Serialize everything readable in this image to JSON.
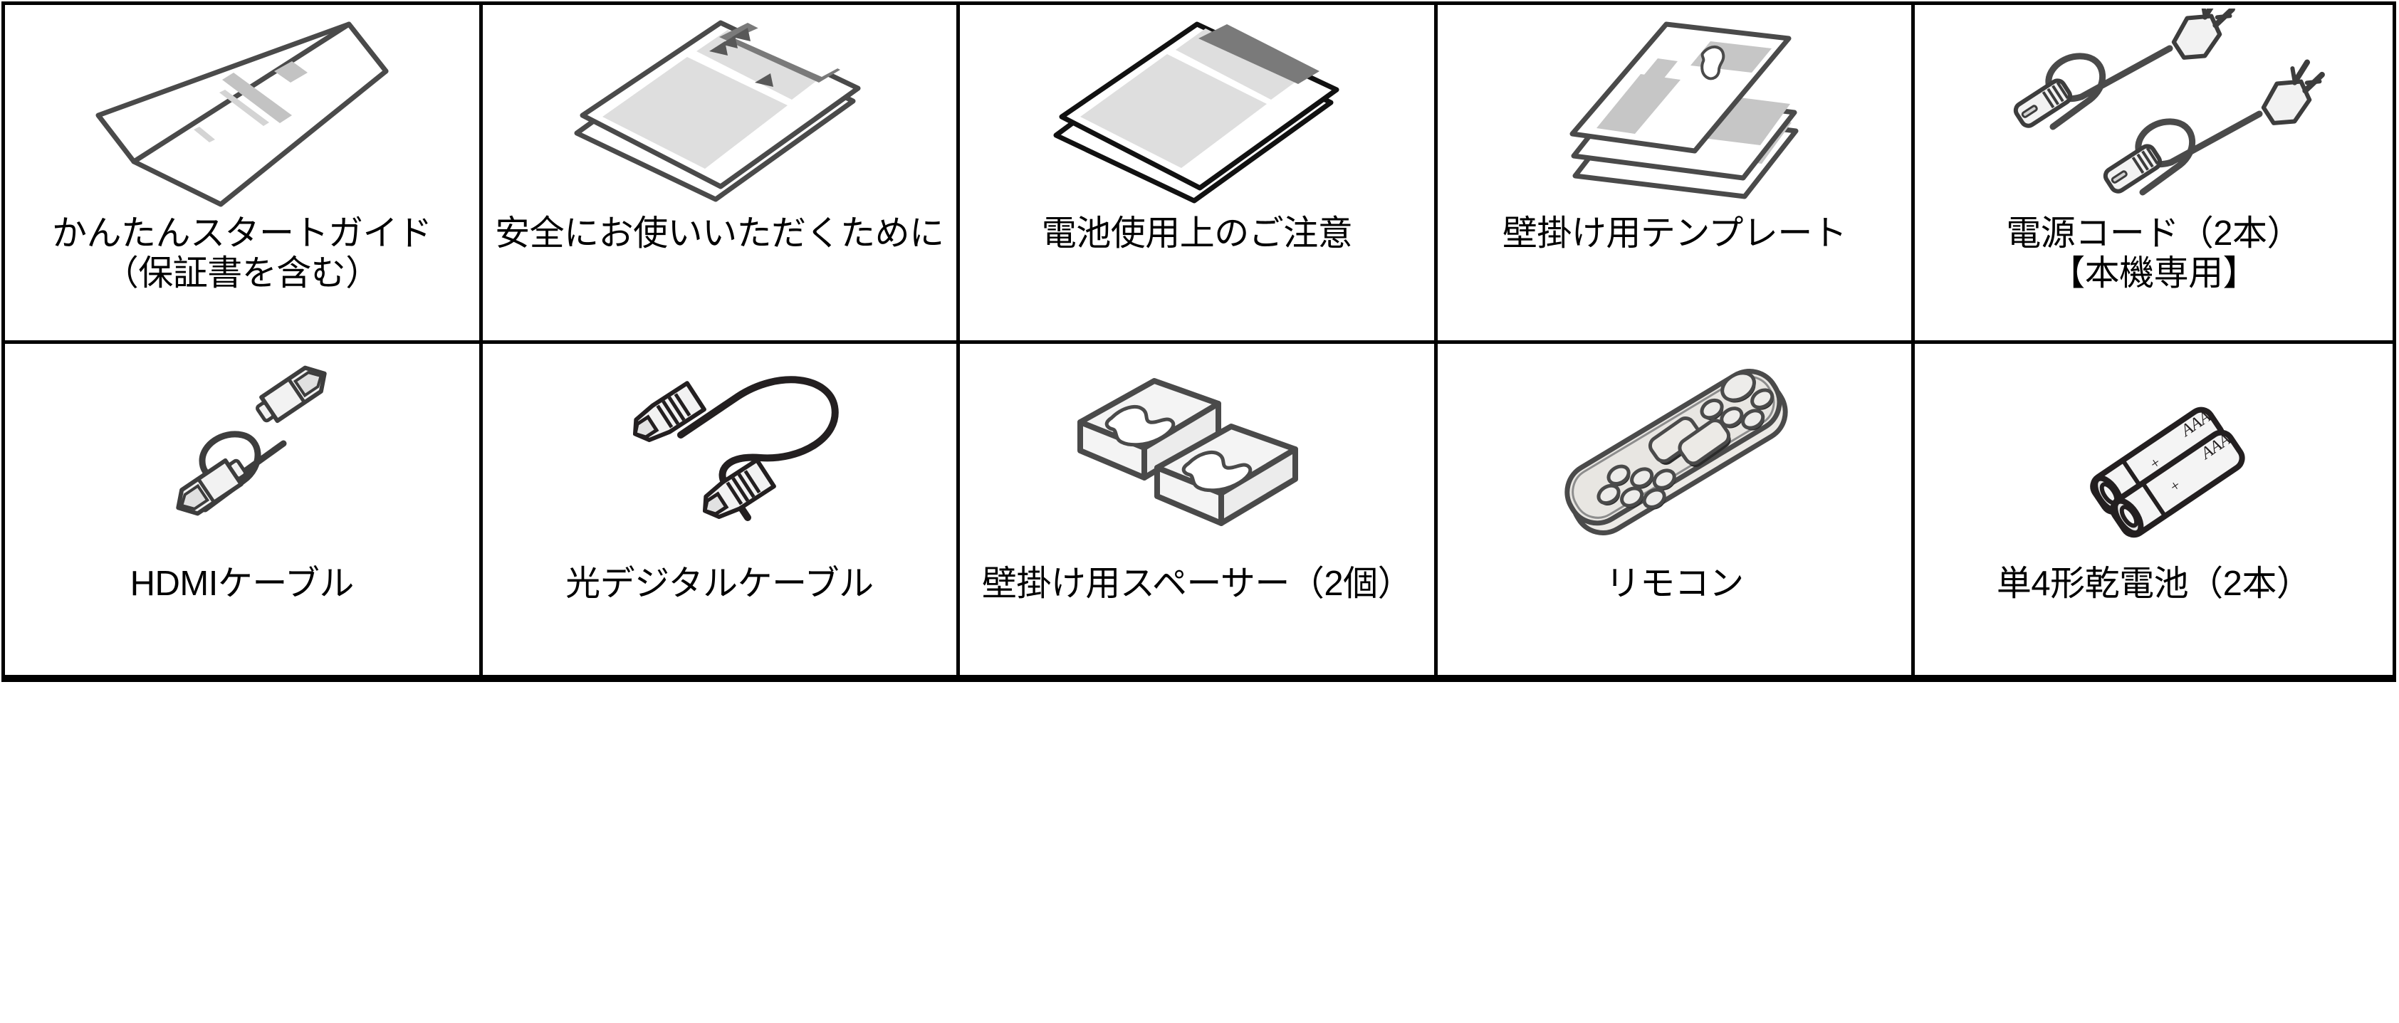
{
  "figure": {
    "kind": "accessory-checklist-table",
    "rows": 2,
    "columns": 5,
    "border_color": "#000000",
    "line_color": "#3d3d3d",
    "fill_light": "#f2f2f2",
    "fill_gray": "#dcdcdc",
    "fill_mid_gray": "#bfbfbf",
    "text_color": "#000000"
  },
  "items": [
    {
      "id": "quick-start-guide",
      "icon": "booklet-single-sheet-icon",
      "label": "かんたんスタートガイド\n（保証書を含む）",
      "line1": "かんたんスタートガイド",
      "line2": "（保証書を含む）"
    },
    {
      "id": "safety-instructions",
      "icon": "stacked-sheets-icon",
      "label": "安全にお使いいただくために",
      "line1": "安全にお使いいただくために",
      "line2": ""
    },
    {
      "id": "battery-precautions",
      "icon": "folded-leaflet-icon",
      "label": "電池使用上のご注意",
      "line1": "電池使用上のご注意",
      "line2": ""
    },
    {
      "id": "wall-mount-template",
      "icon": "template-strips-icon",
      "label": "壁掛け用テンプレート",
      "line1": "壁掛け用テンプレート",
      "line2": ""
    },
    {
      "id": "power-cord",
      "icon": "power-cord-icon",
      "label": "電源コード（2本）\n【本機専用】",
      "line1": "電源コード(2本)",
      "line2": "【本機専用】"
    },
    {
      "id": "hdmi-cable",
      "icon": "hdmi-cable-icon",
      "label": "HDMIケーブル",
      "line1": "HDMIケーブル",
      "line2": ""
    },
    {
      "id": "optical-digital-cable",
      "icon": "optical-cable-icon",
      "label": "光デジタルケーブル",
      "line1": "光デジタルケーブル",
      "line2": ""
    },
    {
      "id": "wall-mount-spacer",
      "icon": "spacer-blocks-icon",
      "label": "壁掛け用スペーサー（2個）",
      "line1": "壁掛け用スペーサー(2個)",
      "line2": ""
    },
    {
      "id": "remote-control",
      "icon": "remote-control-icon",
      "label": "リモコン",
      "line1": "リモコン",
      "line2": ""
    },
    {
      "id": "aaa-batteries",
      "icon": "aaa-battery-icon",
      "label": "単4形乾電池（2本）",
      "line1": "単4形乾電池(2本)",
      "line2": "",
      "battery_marking": "AAA",
      "polarity_marking": "+"
    }
  ]
}
